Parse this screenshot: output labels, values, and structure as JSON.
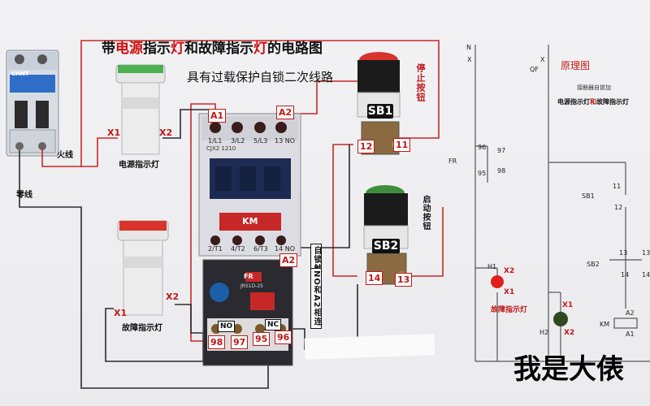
{
  "title": {
    "part1": "带",
    "highlight1": "电源",
    "part2": "指示",
    "highlight2": "灯",
    "part3": "和故障指示",
    "highlight3": "灯",
    "part4": "的电路图"
  },
  "subtitle": "具有过载保护自锁二次线路",
  "labels": {
    "live_wire": "火线",
    "neutral_wire": "零线",
    "power_lamp": "电源指示灯",
    "fault_lamp": "故障指示灯",
    "stop_button": "停止按钮",
    "start_button": "启动按钮",
    "self_lock": "自锁触点",
    "no_a2_connect": "NO和A2相连",
    "km": "KM",
    "fr": "FR",
    "sb1": "SB1",
    "sb2": "SB2",
    "breaker_brand": "CHNT",
    "contactor_model": "CJX2 1210",
    "relay_model": "JRS1D-25"
  },
  "terminals": {
    "x1_power": "X1",
    "x2_power": "X2",
    "x1_fault": "X1",
    "x2_fault": "X2",
    "a1": "A1",
    "a2": "A2",
    "a2_lower": "A2",
    "t_11": "1/L1",
    "t_31": "3/L2",
    "t_51": "5/L3",
    "t_13no": "13 NO",
    "t_2": "2/T1",
    "t_4": "4/T2",
    "t_6": "6/T3",
    "t_14no": "14 NO",
    "sb1_12": "12",
    "sb1_11": "11",
    "sb2_14": "14",
    "sb2_13": "13",
    "no": "NO",
    "nc": "NC",
    "fr_98": "98",
    "fr_97": "97",
    "fr_95": "95",
    "fr_96": "96"
  },
  "schematic": {
    "title": "原理图",
    "caption": "接触器自锁加",
    "caption2a": "电源指示灯",
    "caption2b": "和",
    "caption2c": "故障指示灯",
    "n": "N",
    "x1": "X",
    "qf": "QF",
    "x2": "X",
    "fr": "FR",
    "n96": "96",
    "n97": "97",
    "n95": "95",
    "n98": "98",
    "sb1": "SB1",
    "n11": "11",
    "n12": "12",
    "sb2": "SB2",
    "n13": "13",
    "n14": "14",
    "n13b": "13",
    "n14b": "14",
    "h1": "H1",
    "h1x2": "X2",
    "h1x1": "X1",
    "h2": "H2",
    "h2x1": "X1",
    "h2x2": "X2",
    "fault_lamp": "故障指示灯",
    "km": "KM",
    "a2": "A2",
    "a1": "A1"
  },
  "watermark": "我是大俵",
  "colors": {
    "wire_red": "#c62828",
    "wire_dark": "#2a2a33",
    "accent_red": "#d01010",
    "lamp_green": "#3e8e3e",
    "lamp_red": "#d8342c"
  }
}
